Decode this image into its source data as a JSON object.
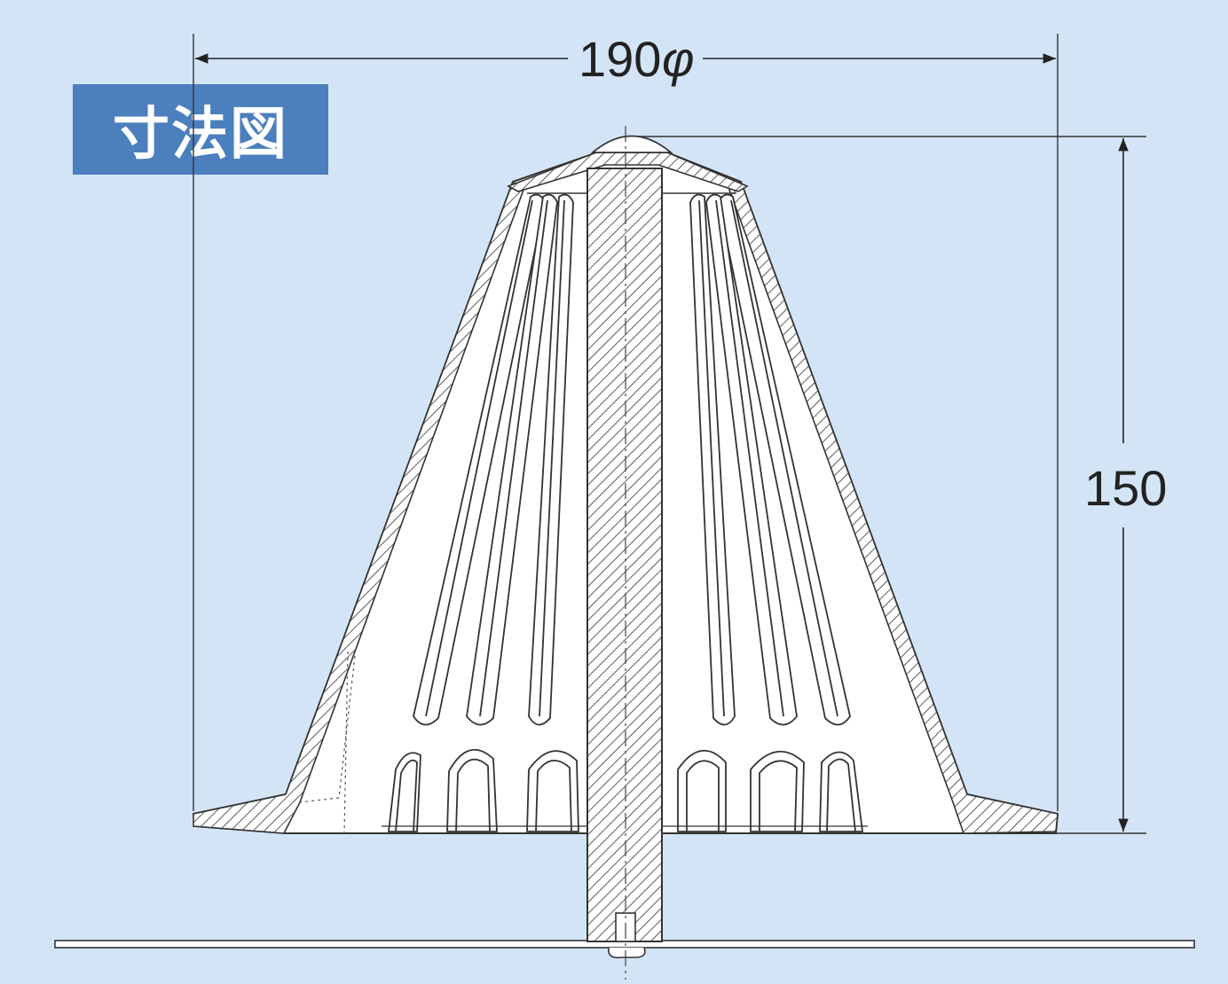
{
  "title_badge": {
    "label": "寸法図"
  },
  "dimensions": {
    "diameter": {
      "value": "190",
      "symbol": "φ"
    },
    "height": {
      "value": "150"
    }
  },
  "colors": {
    "background": "#d3e4f6",
    "badge": "#4b7fbe",
    "line": "#333333",
    "part_fill": "#ffffff"
  }
}
